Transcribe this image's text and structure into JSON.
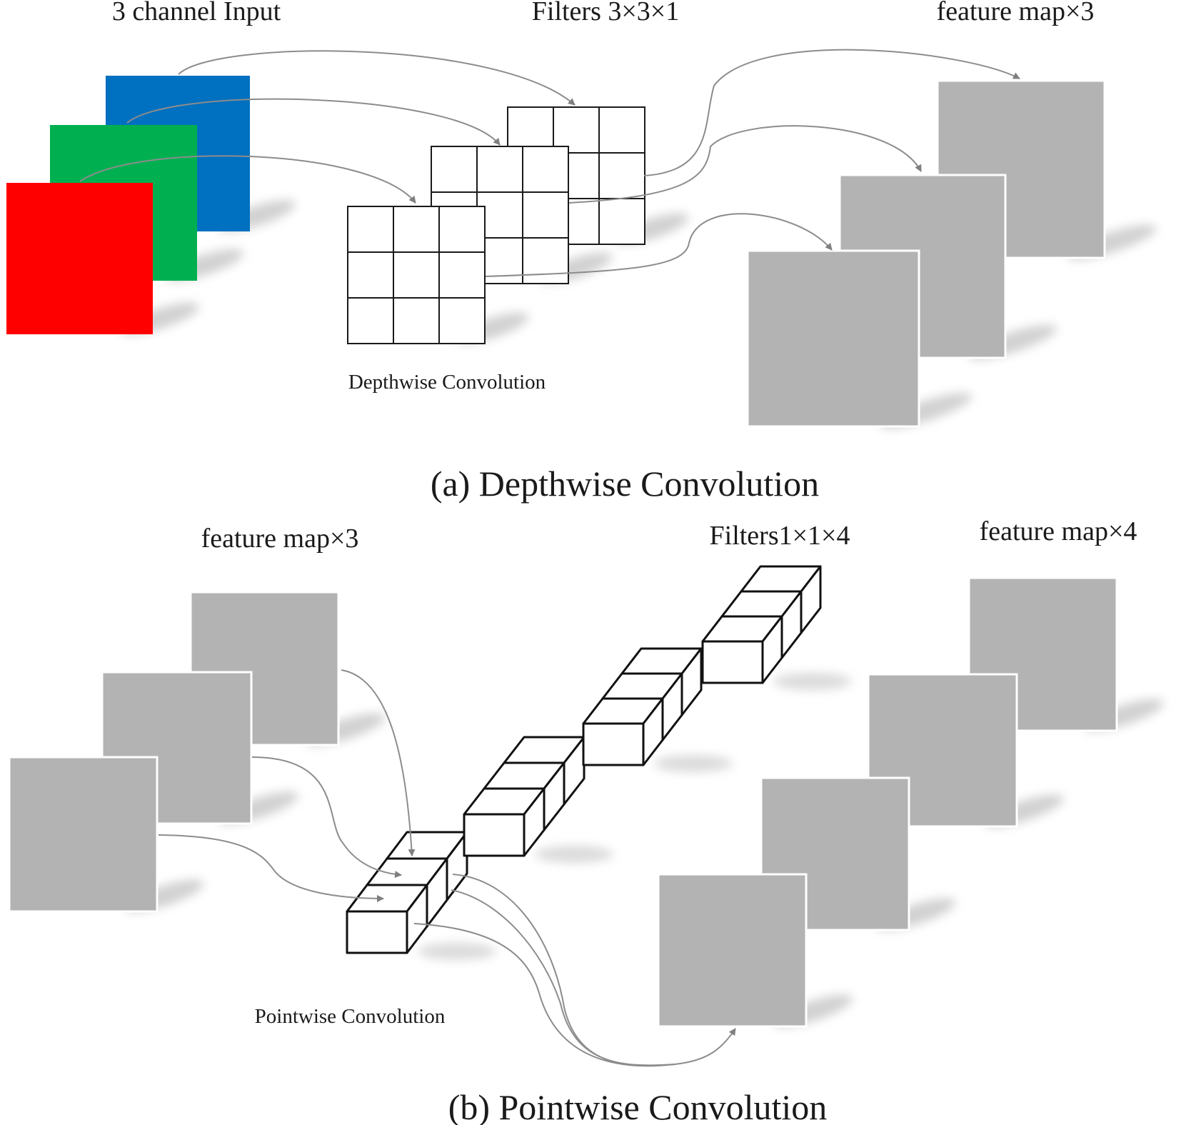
{
  "depthwise": {
    "input_label": "3 channel  Input",
    "filters_label": "Filters 3×3×1",
    "output_label": "feature map×3",
    "op_label": "Depthwise Convolution",
    "caption": "(a) Depthwise Convolution",
    "channel_colors": [
      "#0070c0",
      "#00b050",
      "#ff0000"
    ],
    "grid_size": 3,
    "filter_count": 3,
    "output_count": 3
  },
  "pointwise": {
    "input_label": "feature map×3",
    "filters_label": "Filters1×1×4",
    "output_label": "feature map×4",
    "op_label": "Pointwise Convolution",
    "caption": "(b) Pointwise Convolution",
    "input_count": 3,
    "filter_count": 4,
    "filter_depth": 3,
    "output_count": 4
  },
  "colors": {
    "feature_map": "#b3b3b3",
    "connector": "#8c8c8c",
    "outline": "#111111"
  }
}
